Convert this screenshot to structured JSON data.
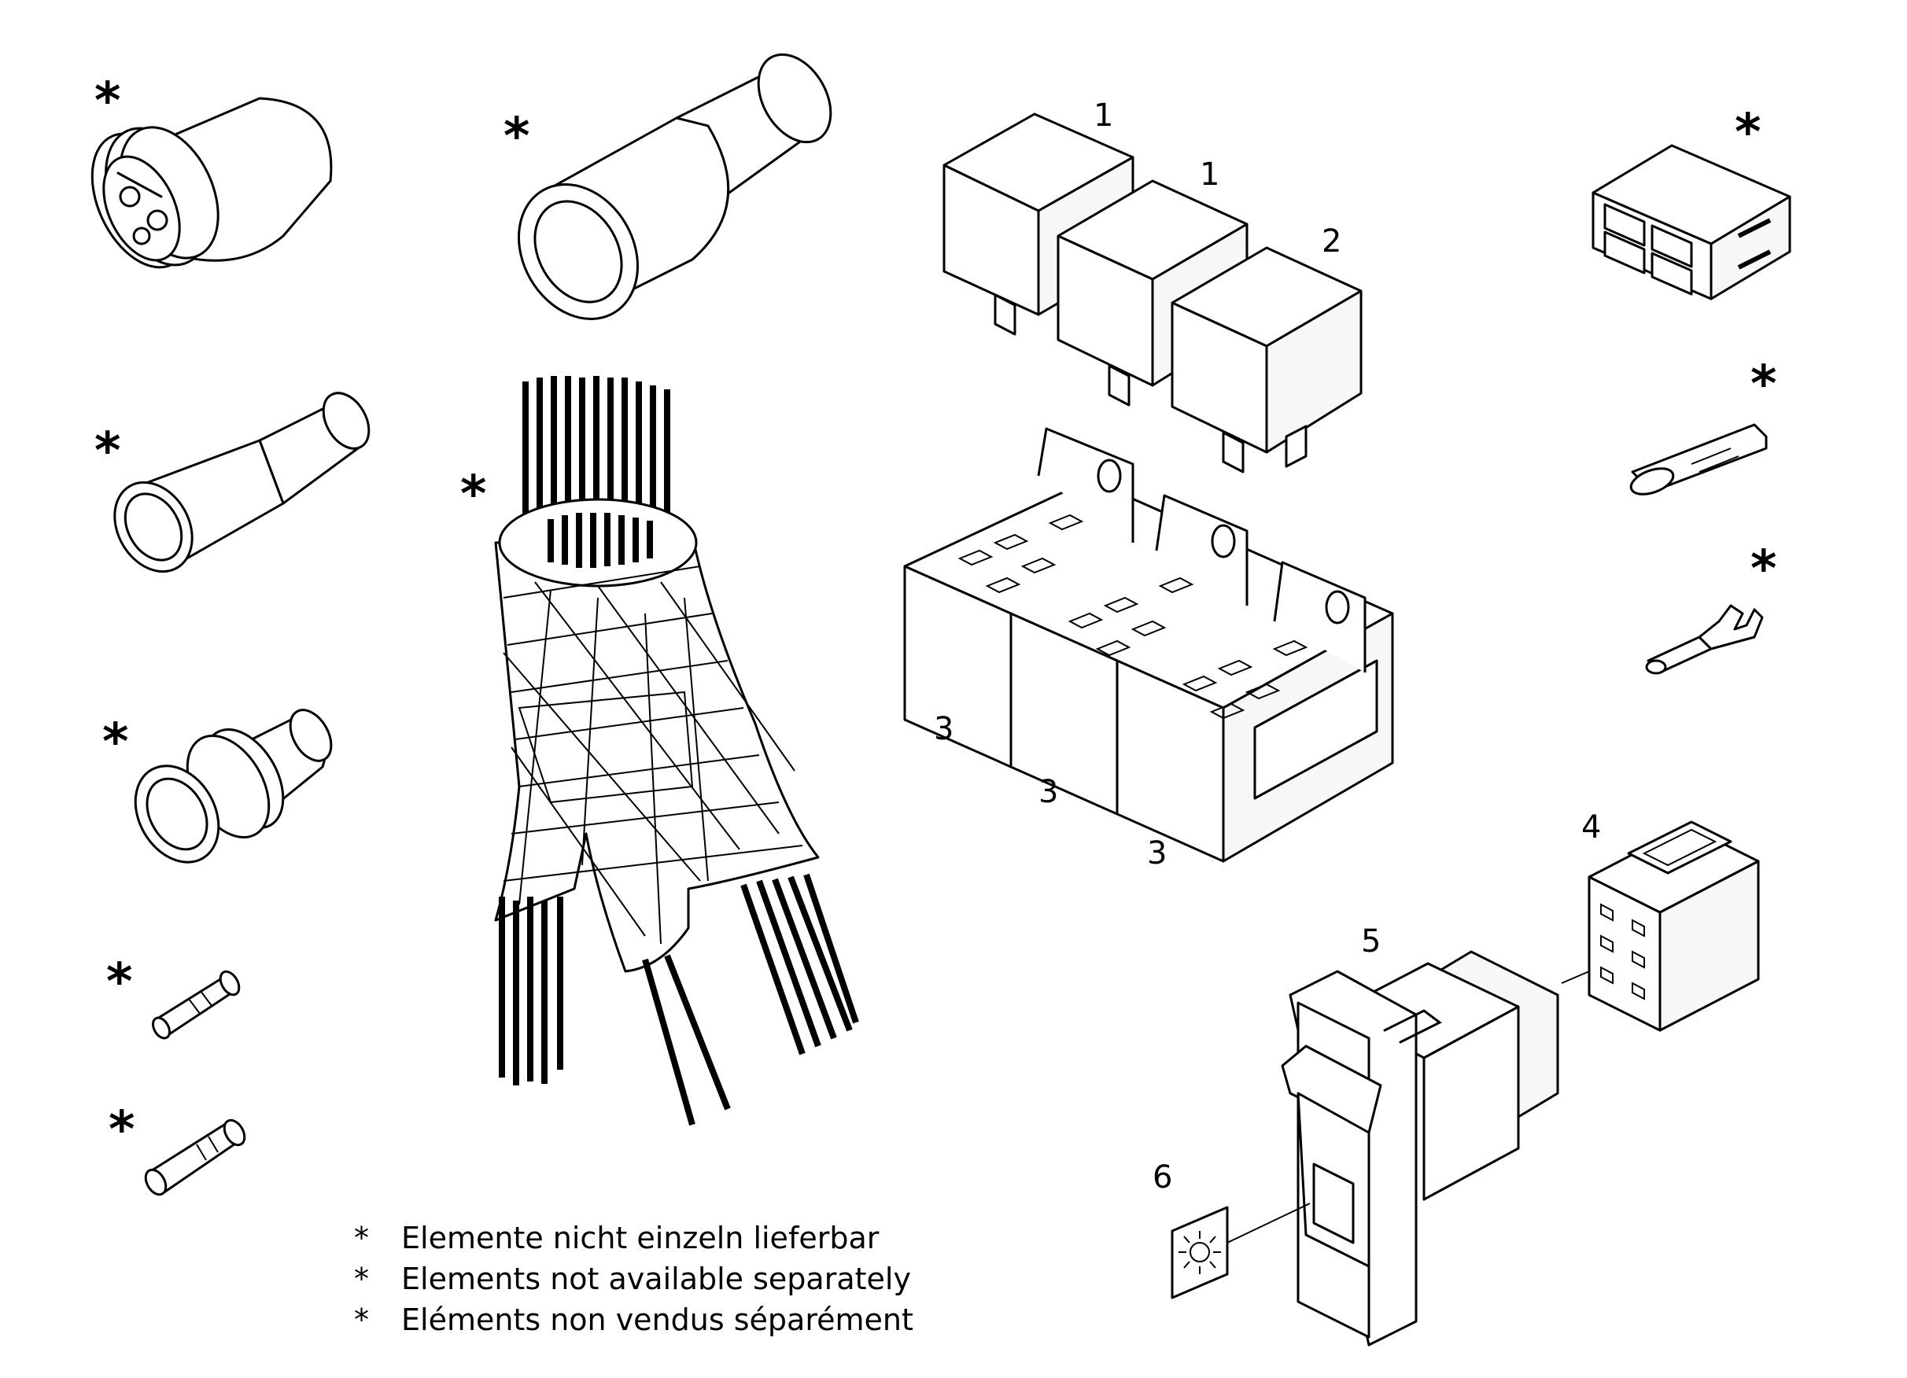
{
  "labels": {
    "relay_1a": "1",
    "relay_1b": "1",
    "relay_2": "2",
    "socket_3a": "3",
    "socket_3b": "3",
    "socket_3c": "3",
    "connector_4": "4",
    "switch_5": "5",
    "symbol_6": "6"
  },
  "asterisk": "*",
  "legend": [
    {
      "marker": "*",
      "text": "Elemente nicht einzeln lieferbar"
    },
    {
      "marker": "*",
      "text": "Elements not available separately"
    },
    {
      "marker": "*",
      "text": "Eléments non vendus séparément"
    }
  ]
}
